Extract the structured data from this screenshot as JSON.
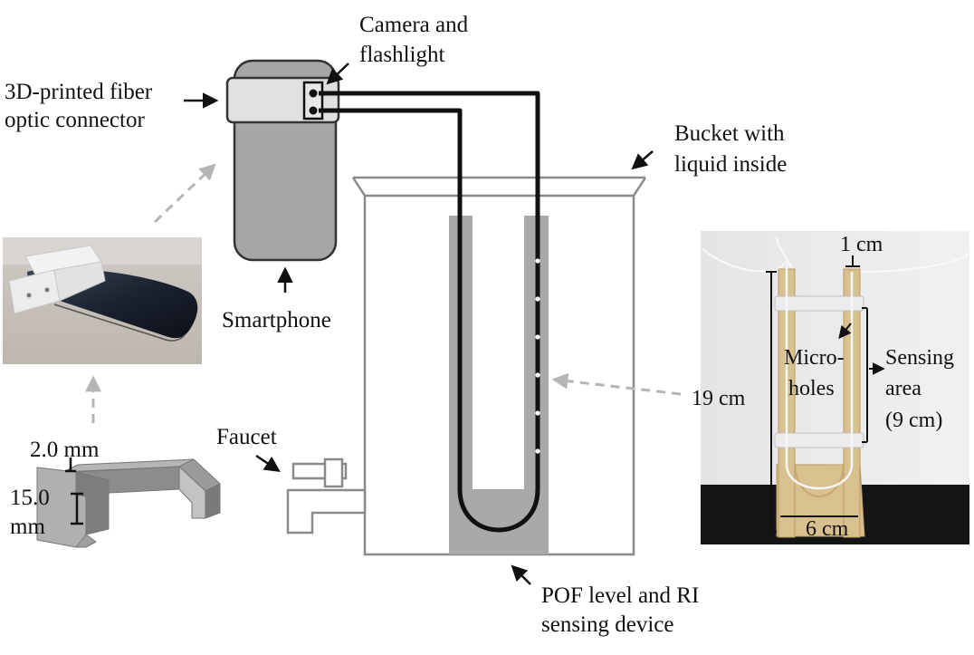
{
  "labels": {
    "camera_line1": "Camera and",
    "camera_line2": "flashlight",
    "connector_line1": "3D-printed fiber",
    "connector_line2": "optic connector",
    "bucket_line1": "Bucket with",
    "bucket_line2": "liquid inside",
    "smartphone": "Smartphone",
    "faucet": "Faucet",
    "pof_line1": "POF level and RI",
    "pof_line2": "sensing device"
  },
  "connector_dims": {
    "thickness": "2.0 mm",
    "height_line1": "15.0",
    "height_line2": "mm"
  },
  "sensor_photo": {
    "width_top": "1 cm",
    "length": "19 cm",
    "microholes_line1": "Micro-",
    "microholes_line2": "holes",
    "sensing_line1": "Sensing",
    "sensing_line2": "area",
    "sensing_line3": "(9 cm)",
    "base_width": "6 cm"
  },
  "colors": {
    "outline": "#8a8a8a",
    "phone_fill": "#a6a6a6",
    "connector_fill": "#e0e0e0",
    "fiber": "#111111",
    "arrow_dashed": "#b5b5b5",
    "wood": "#d9c08f"
  }
}
